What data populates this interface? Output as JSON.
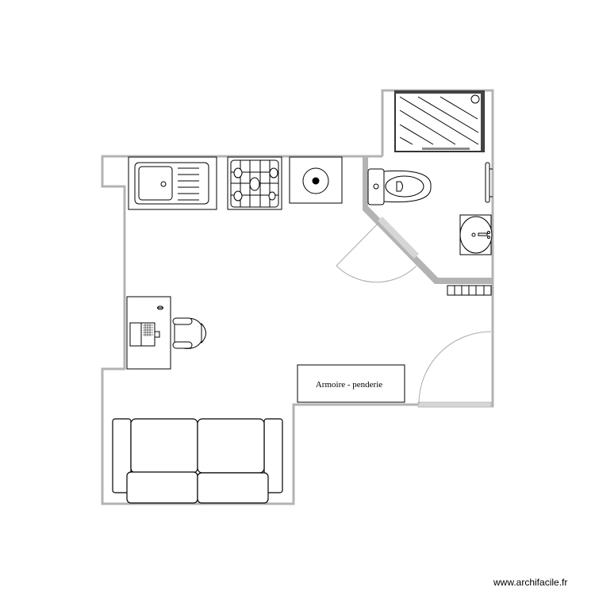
{
  "plan": {
    "type": "floor-plan",
    "wall_color": "#b3b3b3",
    "furniture_stroke": "#000000",
    "door_arc_color": "#aaaaaa",
    "rooms": [
      {
        "name": "main-room",
        "contains": [
          "kitchen-counter",
          "desk",
          "sofa",
          "wardrobe"
        ]
      },
      {
        "name": "bathroom",
        "contains": [
          "shower",
          "toilet",
          "towel-rail",
          "washbasin",
          "radiator"
        ]
      }
    ],
    "furniture": {
      "sink": {
        "label": "Évier"
      },
      "hob": {
        "label": "Plaque de cuisson"
      },
      "washer": {
        "label": "Lave-linge"
      },
      "desk": {
        "label": "Bureau"
      },
      "chair": {
        "label": "Chaise"
      },
      "sofa": {
        "label": "Canapé"
      },
      "wardrobe": {
        "label": "Armoire - penderie"
      },
      "shower": {
        "label": "Douche"
      },
      "toilet": {
        "label": "WC"
      },
      "washbasin": {
        "label": "Lavabo"
      },
      "towel_rail": {
        "label": "Sèche-serviettes"
      },
      "radiator": {
        "label": "Radiateur"
      }
    },
    "doors": [
      {
        "name": "bathroom-door",
        "type": "swing"
      },
      {
        "name": "entrance-door",
        "type": "swing"
      }
    ]
  },
  "watermark": "www.archifacile.fr"
}
